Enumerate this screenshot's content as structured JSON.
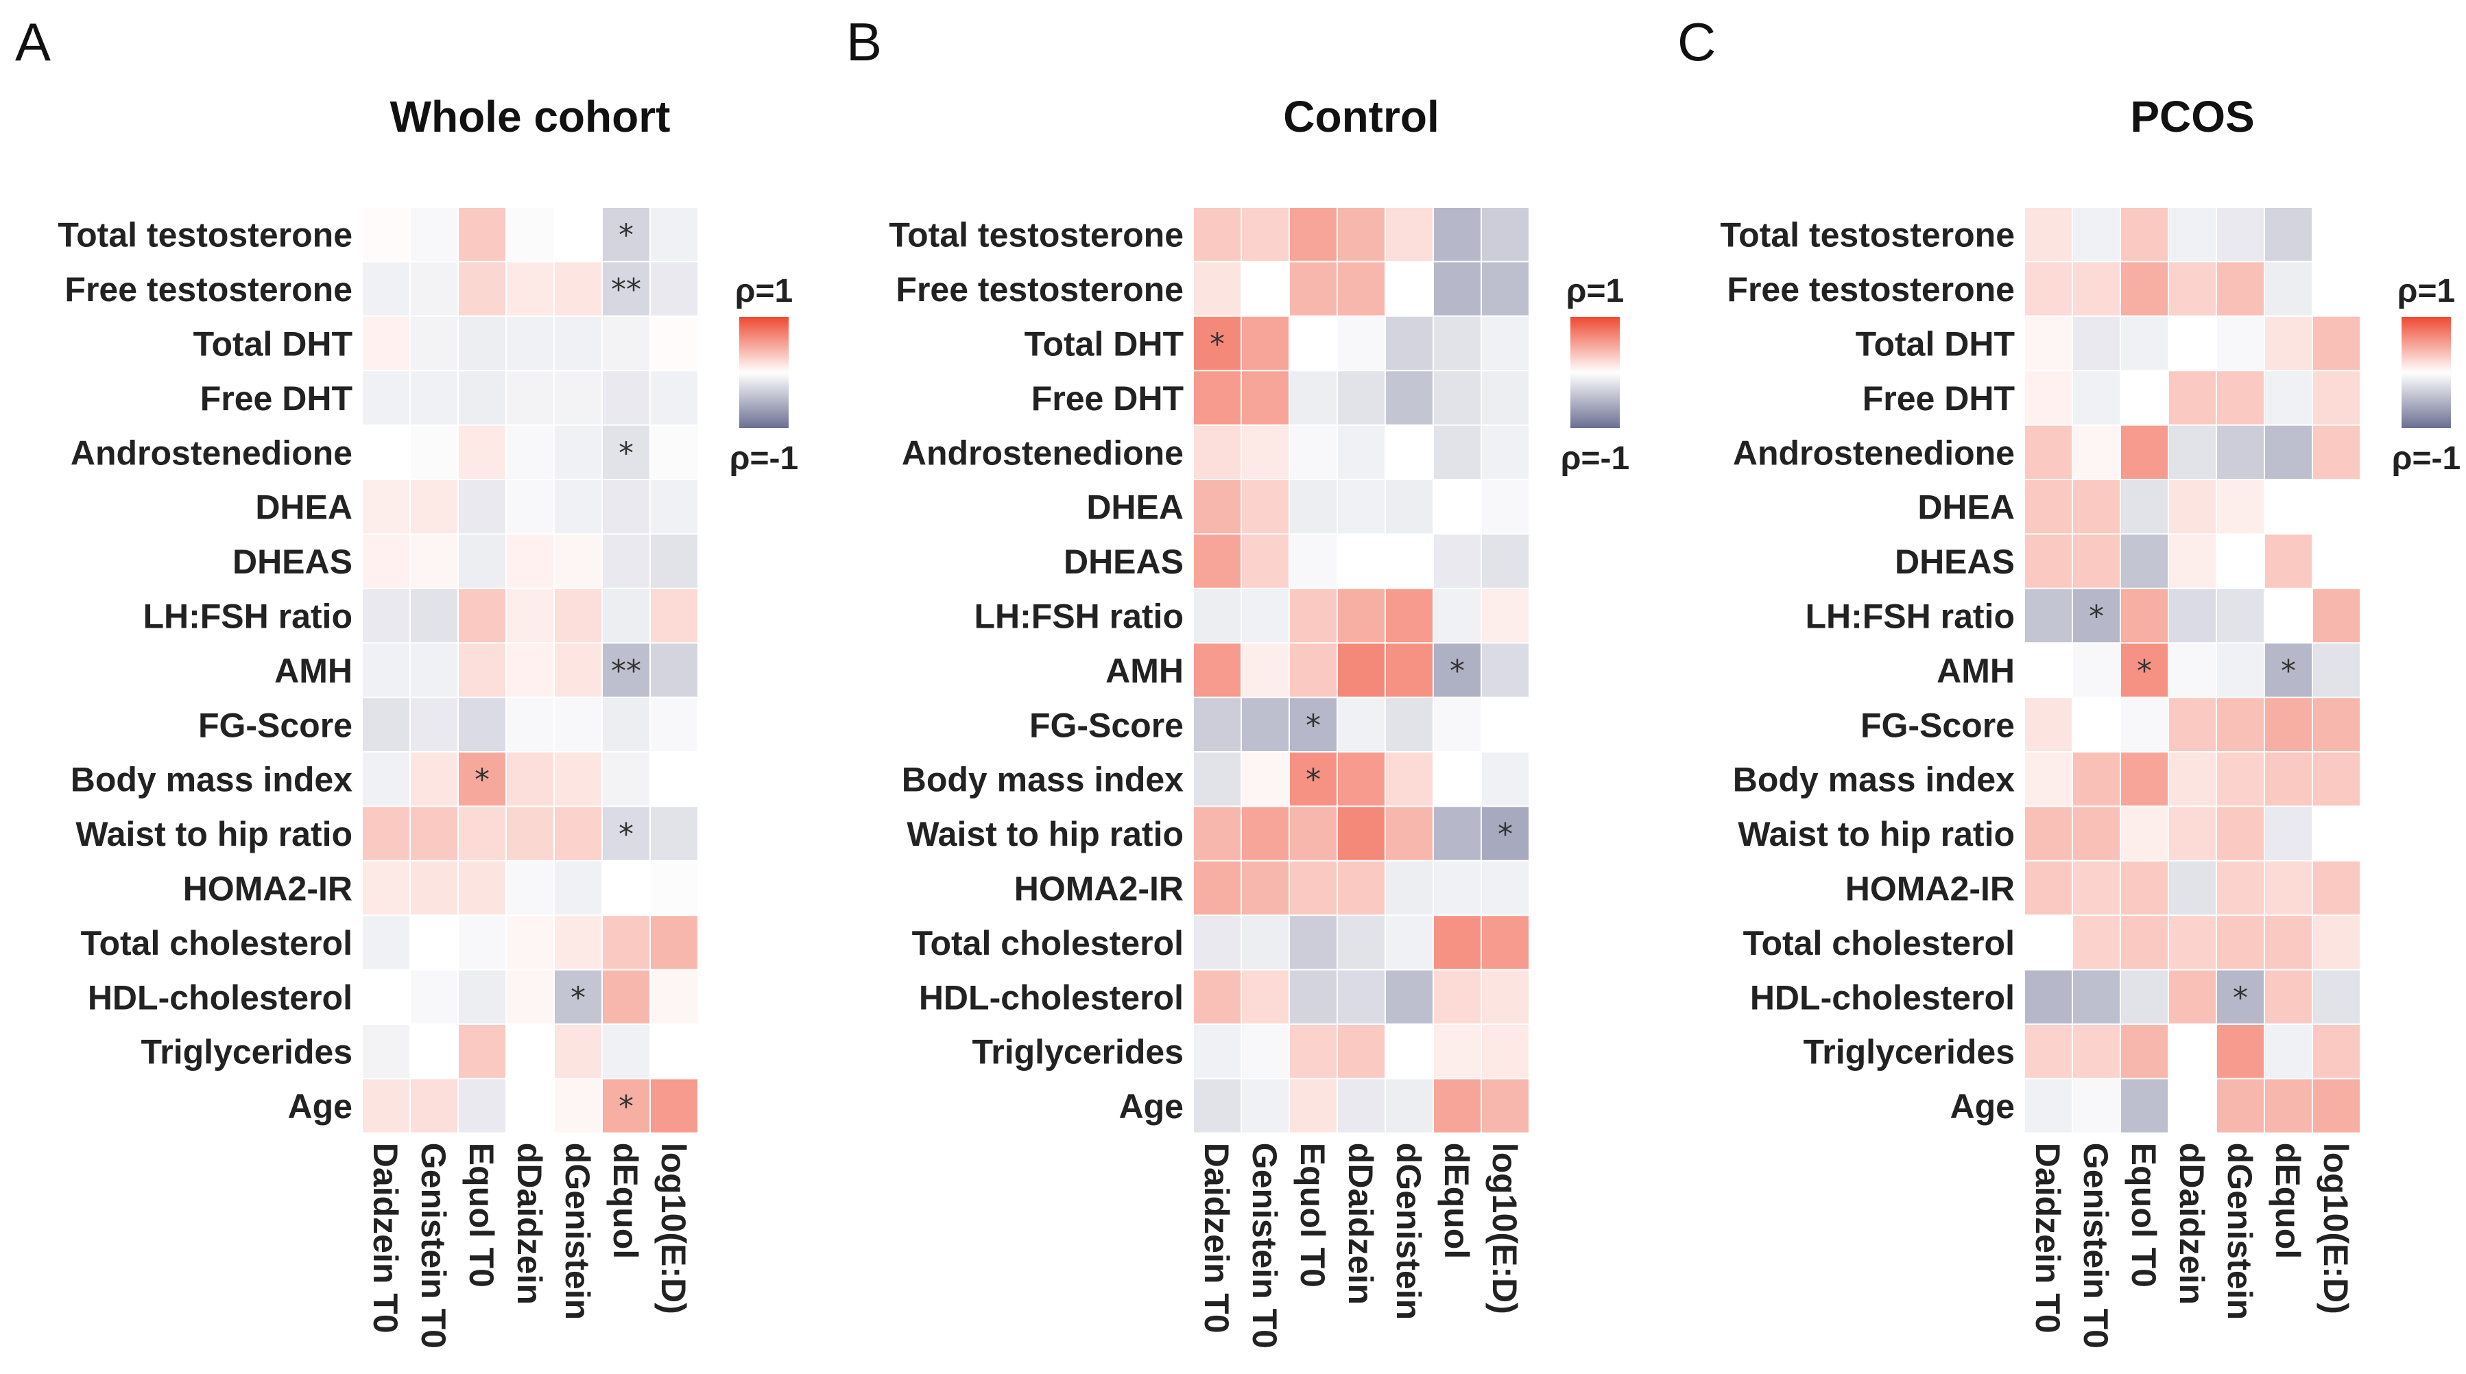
{
  "figure": {
    "rows": [
      "Total testosterone",
      "Free testosterone",
      "Total DHT",
      "Free DHT",
      "Androstenedione",
      "DHEA",
      "DHEAS",
      "LH:FSH ratio",
      "AMH",
      "FG-Score",
      "Body mass index",
      "Waist to hip ratio",
      "HOMA2-IR",
      "Total cholesterol",
      "HDL-cholesterol",
      "Triglycerides",
      "Age"
    ],
    "columns": [
      "Daidzein T0",
      "Genistein T0",
      "Equol T0",
      "dDaidzein",
      "dGenistein",
      "dEquol",
      "log10(E:D)"
    ],
    "legend": {
      "max_label": "ρ=1",
      "min_label": "ρ=-1"
    },
    "colors": {
      "positive": "#ee4a32",
      "negative": "#6c6f92",
      "zero": "#ffffff"
    }
  },
  "chart_data": [
    {
      "type": "heatmap",
      "panel": "A",
      "title": "Whole cohort",
      "values": [
        [
          0.02,
          -0.05,
          0.3,
          -0.03,
          0.0,
          -0.3,
          -0.1
        ],
        [
          -0.1,
          -0.08,
          0.22,
          0.12,
          0.14,
          -0.28,
          -0.15
        ],
        [
          0.08,
          -0.08,
          -0.12,
          -0.1,
          -0.1,
          -0.08,
          0.02
        ],
        [
          -0.1,
          -0.1,
          -0.12,
          -0.08,
          -0.08,
          -0.15,
          -0.1
        ],
        [
          0.0,
          -0.03,
          0.12,
          -0.05,
          -0.1,
          -0.2,
          -0.03
        ],
        [
          0.1,
          0.12,
          -0.15,
          -0.05,
          -0.1,
          -0.15,
          -0.1
        ],
        [
          0.08,
          0.05,
          -0.12,
          0.08,
          0.05,
          -0.15,
          -0.2
        ],
        [
          -0.15,
          -0.2,
          0.3,
          0.1,
          0.18,
          -0.12,
          0.2
        ],
        [
          -0.1,
          -0.1,
          0.18,
          0.08,
          0.14,
          -0.45,
          -0.3
        ],
        [
          -0.2,
          -0.15,
          -0.25,
          -0.05,
          -0.05,
          -0.12,
          -0.05
        ],
        [
          -0.1,
          0.14,
          0.48,
          0.18,
          0.14,
          -0.08,
          0.0
        ],
        [
          0.3,
          0.3,
          0.2,
          0.22,
          0.25,
          -0.25,
          -0.2
        ],
        [
          0.12,
          0.15,
          0.15,
          -0.05,
          -0.1,
          0.0,
          -0.02
        ],
        [
          -0.1,
          0.0,
          -0.05,
          0.05,
          0.12,
          0.3,
          0.4
        ],
        [
          0.0,
          -0.05,
          -0.12,
          0.05,
          -0.4,
          0.4,
          0.05
        ],
        [
          -0.08,
          0.0,
          0.3,
          0.0,
          0.15,
          -0.1,
          0.0
        ],
        [
          0.15,
          0.18,
          -0.15,
          0.0,
          0.05,
          0.45,
          0.55
        ]
      ],
      "stars": [
        [
          "",
          "",
          "",
          "",
          "",
          "*",
          ""
        ],
        [
          "",
          "",
          "",
          "",
          "",
          "**",
          ""
        ],
        [
          "",
          "",
          "",
          "",
          "",
          "",
          ""
        ],
        [
          "",
          "",
          "",
          "",
          "",
          "",
          ""
        ],
        [
          "",
          "",
          "",
          "",
          "",
          "*",
          ""
        ],
        [
          "",
          "",
          "",
          "",
          "",
          "",
          ""
        ],
        [
          "",
          "",
          "",
          "",
          "",
          "",
          ""
        ],
        [
          "",
          "",
          "",
          "",
          "",
          "",
          ""
        ],
        [
          "",
          "",
          "",
          "",
          "",
          "**",
          ""
        ],
        [
          "",
          "",
          "",
          "",
          "",
          "",
          ""
        ],
        [
          "",
          "",
          "*",
          "",
          "",
          "",
          ""
        ],
        [
          "",
          "",
          "",
          "",
          "",
          "*",
          ""
        ],
        [
          "",
          "",
          "",
          "",
          "",
          "",
          ""
        ],
        [
          "",
          "",
          "",
          "",
          "",
          "",
          ""
        ],
        [
          "",
          "",
          "",
          "",
          "*",
          "",
          ""
        ],
        [
          "",
          "",
          "",
          "",
          "",
          "",
          ""
        ],
        [
          "",
          "",
          "",
          "",
          "",
          "*",
          ""
        ]
      ]
    },
    {
      "type": "heatmap",
      "panel": "B",
      "title": "Control",
      "values": [
        [
          0.3,
          0.25,
          0.5,
          0.4,
          0.18,
          -0.5,
          -0.35
        ],
        [
          0.15,
          0.0,
          0.4,
          0.4,
          0.0,
          -0.5,
          -0.45
        ],
        [
          0.65,
          0.5,
          0.0,
          -0.05,
          -0.3,
          -0.2,
          -0.1
        ],
        [
          0.55,
          0.5,
          -0.12,
          -0.2,
          -0.4,
          -0.2,
          -0.12
        ],
        [
          0.18,
          0.12,
          -0.05,
          -0.1,
          0.0,
          -0.2,
          -0.1
        ],
        [
          0.4,
          0.25,
          -0.12,
          -0.1,
          -0.12,
          0.0,
          -0.05
        ],
        [
          0.5,
          0.25,
          -0.05,
          0.0,
          0.0,
          -0.15,
          -0.2
        ],
        [
          -0.12,
          -0.1,
          0.3,
          0.45,
          0.55,
          -0.1,
          0.1
        ],
        [
          0.55,
          0.1,
          0.3,
          0.65,
          0.6,
          -0.55,
          -0.25
        ],
        [
          -0.35,
          -0.45,
          -0.5,
          -0.1,
          -0.2,
          -0.05,
          0.0
        ],
        [
          -0.2,
          0.05,
          0.6,
          0.55,
          0.2,
          0.0,
          -0.1
        ],
        [
          0.4,
          0.5,
          0.4,
          0.65,
          0.4,
          -0.5,
          -0.6
        ],
        [
          0.45,
          0.4,
          0.3,
          0.3,
          -0.12,
          -0.1,
          -0.1
        ],
        [
          -0.15,
          -0.12,
          -0.35,
          -0.2,
          -0.1,
          0.6,
          0.55
        ],
        [
          0.35,
          0.2,
          -0.3,
          -0.25,
          -0.45,
          0.2,
          0.15
        ],
        [
          -0.1,
          -0.05,
          0.25,
          0.3,
          0.0,
          0.1,
          0.12
        ],
        [
          -0.2,
          -0.1,
          0.15,
          -0.15,
          -0.12,
          0.5,
          0.4
        ]
      ],
      "stars": [
        [
          "",
          "",
          "",
          "",
          "",
          "",
          ""
        ],
        [
          "",
          "",
          "",
          "",
          "",
          "",
          ""
        ],
        [
          "*",
          "",
          "",
          "",
          "",
          "",
          ""
        ],
        [
          "",
          "",
          "",
          "",
          "",
          "",
          ""
        ],
        [
          "",
          "",
          "",
          "",
          "",
          "",
          ""
        ],
        [
          "",
          "",
          "",
          "",
          "",
          "",
          ""
        ],
        [
          "",
          "",
          "",
          "",
          "",
          "",
          ""
        ],
        [
          "",
          "",
          "",
          "",
          "",
          "",
          ""
        ],
        [
          "",
          "",
          "",
          "",
          "",
          "*",
          ""
        ],
        [
          "",
          "",
          "*",
          "",
          "",
          "",
          ""
        ],
        [
          "",
          "",
          "*",
          "",
          "",
          "",
          ""
        ],
        [
          "",
          "",
          "",
          "",
          "",
          "",
          "*"
        ],
        [
          "",
          "",
          "",
          "",
          "",
          "",
          ""
        ],
        [
          "",
          "",
          "",
          "",
          "",
          "",
          ""
        ],
        [
          "",
          "",
          "",
          "",
          "",
          "",
          ""
        ],
        [
          "",
          "",
          "",
          "",
          "",
          "",
          ""
        ],
        [
          "",
          "",
          "",
          "",
          "",
          "",
          ""
        ]
      ]
    },
    {
      "type": "heatmap",
      "panel": "C",
      "title": "PCOS",
      "values": [
        [
          0.15,
          -0.1,
          0.3,
          -0.1,
          -0.15,
          -0.3,
          0.0
        ],
        [
          0.2,
          0.2,
          0.45,
          0.25,
          0.35,
          -0.12,
          0.0
        ],
        [
          0.05,
          -0.15,
          -0.1,
          0.0,
          -0.05,
          0.15,
          0.35
        ],
        [
          0.08,
          -0.1,
          0.0,
          0.3,
          0.3,
          -0.1,
          0.2
        ],
        [
          0.3,
          0.05,
          0.55,
          -0.2,
          -0.35,
          -0.45,
          0.3
        ],
        [
          0.3,
          0.3,
          -0.2,
          0.15,
          0.1,
          0.0,
          0.0
        ],
        [
          0.3,
          0.3,
          -0.4,
          0.1,
          0.0,
          0.3,
          0.0
        ],
        [
          -0.4,
          -0.5,
          0.45,
          -0.25,
          -0.2,
          0.0,
          0.4
        ],
        [
          0.0,
          -0.05,
          0.6,
          -0.05,
          -0.1,
          -0.5,
          -0.2
        ],
        [
          0.15,
          0.0,
          -0.05,
          0.3,
          0.35,
          0.45,
          0.4
        ],
        [
          0.1,
          0.35,
          0.5,
          0.15,
          0.25,
          0.3,
          0.3
        ],
        [
          0.35,
          0.35,
          0.1,
          0.2,
          0.3,
          -0.15,
          0.0
        ],
        [
          0.3,
          0.25,
          0.3,
          -0.2,
          0.25,
          0.2,
          0.3
        ],
        [
          0.0,
          0.25,
          0.3,
          0.25,
          0.3,
          0.3,
          0.15
        ],
        [
          -0.5,
          -0.45,
          -0.2,
          0.35,
          -0.5,
          0.3,
          -0.2
        ],
        [
          0.25,
          0.25,
          0.4,
          0.0,
          0.55,
          -0.1,
          0.3
        ],
        [
          -0.1,
          -0.05,
          -0.45,
          0.0,
          0.4,
          0.4,
          0.45
        ]
      ],
      "stars": [
        [
          "",
          "",
          "",
          "",
          "",
          "",
          ""
        ],
        [
          "",
          "",
          "",
          "",
          "",
          "",
          ""
        ],
        [
          "",
          "",
          "",
          "",
          "",
          "",
          ""
        ],
        [
          "",
          "",
          "",
          "",
          "",
          "",
          ""
        ],
        [
          "",
          "",
          "",
          "",
          "",
          "",
          ""
        ],
        [
          "",
          "",
          "",
          "",
          "",
          "",
          ""
        ],
        [
          "",
          "",
          "",
          "",
          "",
          "",
          ""
        ],
        [
          "",
          "*",
          "",
          "",
          "",
          "",
          ""
        ],
        [
          "",
          "",
          "*",
          "",
          "",
          "*",
          ""
        ],
        [
          "",
          "",
          "",
          "",
          "",
          "",
          ""
        ],
        [
          "",
          "",
          "",
          "",
          "",
          "",
          ""
        ],
        [
          "",
          "",
          "",
          "",
          "",
          "",
          ""
        ],
        [
          "",
          "",
          "",
          "",
          "",
          "",
          ""
        ],
        [
          "",
          "",
          "",
          "",
          "",
          "",
          ""
        ],
        [
          "",
          "",
          "",
          "",
          "*",
          "",
          ""
        ],
        [
          "",
          "",
          "",
          "",
          "",
          "",
          ""
        ],
        [
          "",
          "",
          "",
          "",
          "",
          "",
          ""
        ]
      ]
    }
  ]
}
